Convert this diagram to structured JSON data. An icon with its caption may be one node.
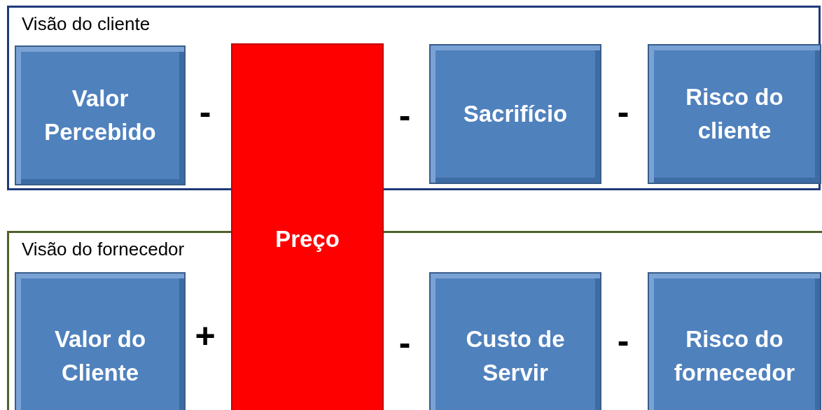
{
  "diagram": {
    "nodes": [
      {
        "text": [
          "Visão do cliente"
        ]
      },
      {
        "text": [
          "Valor Percebido"
        ],
        "in": 0
      },
      {
        "text": [
          "Preço"
        ]
      },
      {
        "text": [
          "Sacrifício"
        ],
        "in": 0
      },
      {
        "text": [
          "Risco do cliente"
        ],
        "in": 0
      },
      {
        "text": [
          "Visão do fornecedor"
        ]
      },
      {
        "text": [
          "Valor do Cliente"
        ],
        "in": 5
      },
      {
        "text": [
          "Custo de Servir"
        ],
        "in": 5
      },
      {
        "text": [
          "Risco do fornecedor"
        ],
        "in": 5
      }
    ],
    "edges": [],
    "labels": [
      "-",
      "-",
      "-",
      "+",
      "-",
      "-"
    ]
  }
}
